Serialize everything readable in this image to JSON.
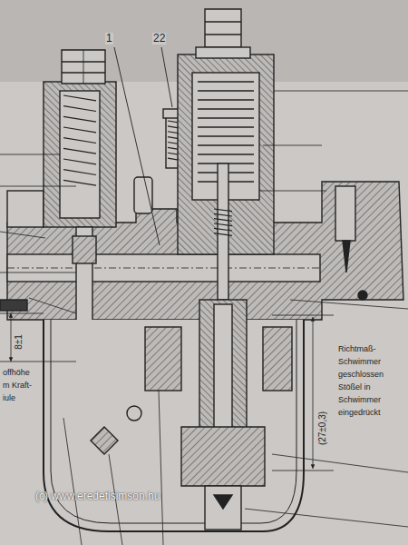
{
  "diagram": {
    "labels": [
      "1",
      "22",
      "8±1",
      "(27±0,3)",
      "Richtmaß-",
      "Schwimmer",
      "geschlossen",
      "Stößel in",
      "Schwimmer",
      "eingedrückt",
      "offhöhe",
      "m Kraft-",
      "iule",
      "(c) www.eredetisimson.hu"
    ]
  }
}
